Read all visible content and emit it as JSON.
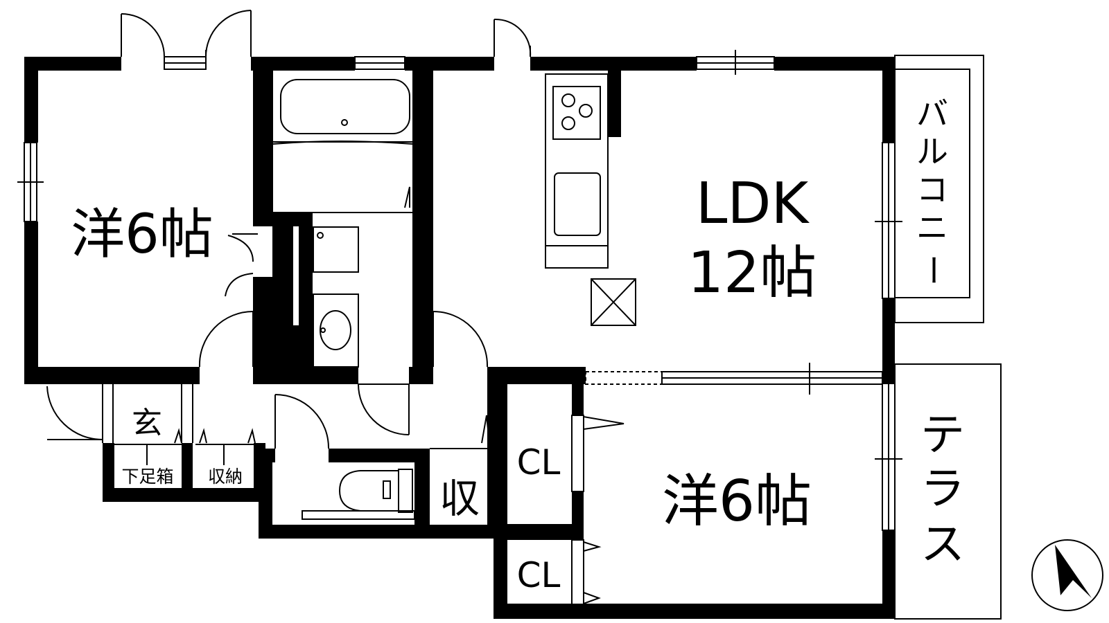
{
  "rooms": {
    "western_room_left": "洋6帖",
    "ldk_line1": "LDK",
    "ldk_line2": "12帖",
    "western_room_right": "洋6帖",
    "entrance": "玄",
    "shoe_box": "下足箱",
    "storage_hall": "収納",
    "storage_small": "収",
    "closet_upper": "CL",
    "closet_lower": "CL"
  },
  "outdoor": {
    "balcony": [
      "バ",
      "ル",
      "コ",
      "ニ",
      "ー"
    ],
    "terrace": [
      "テ",
      "ラ",
      "ス"
    ]
  },
  "compass": {
    "icon": "north-arrow-icon"
  },
  "colors": {
    "wall": "#000000",
    "background": "#ffffff",
    "line": "#000000"
  }
}
